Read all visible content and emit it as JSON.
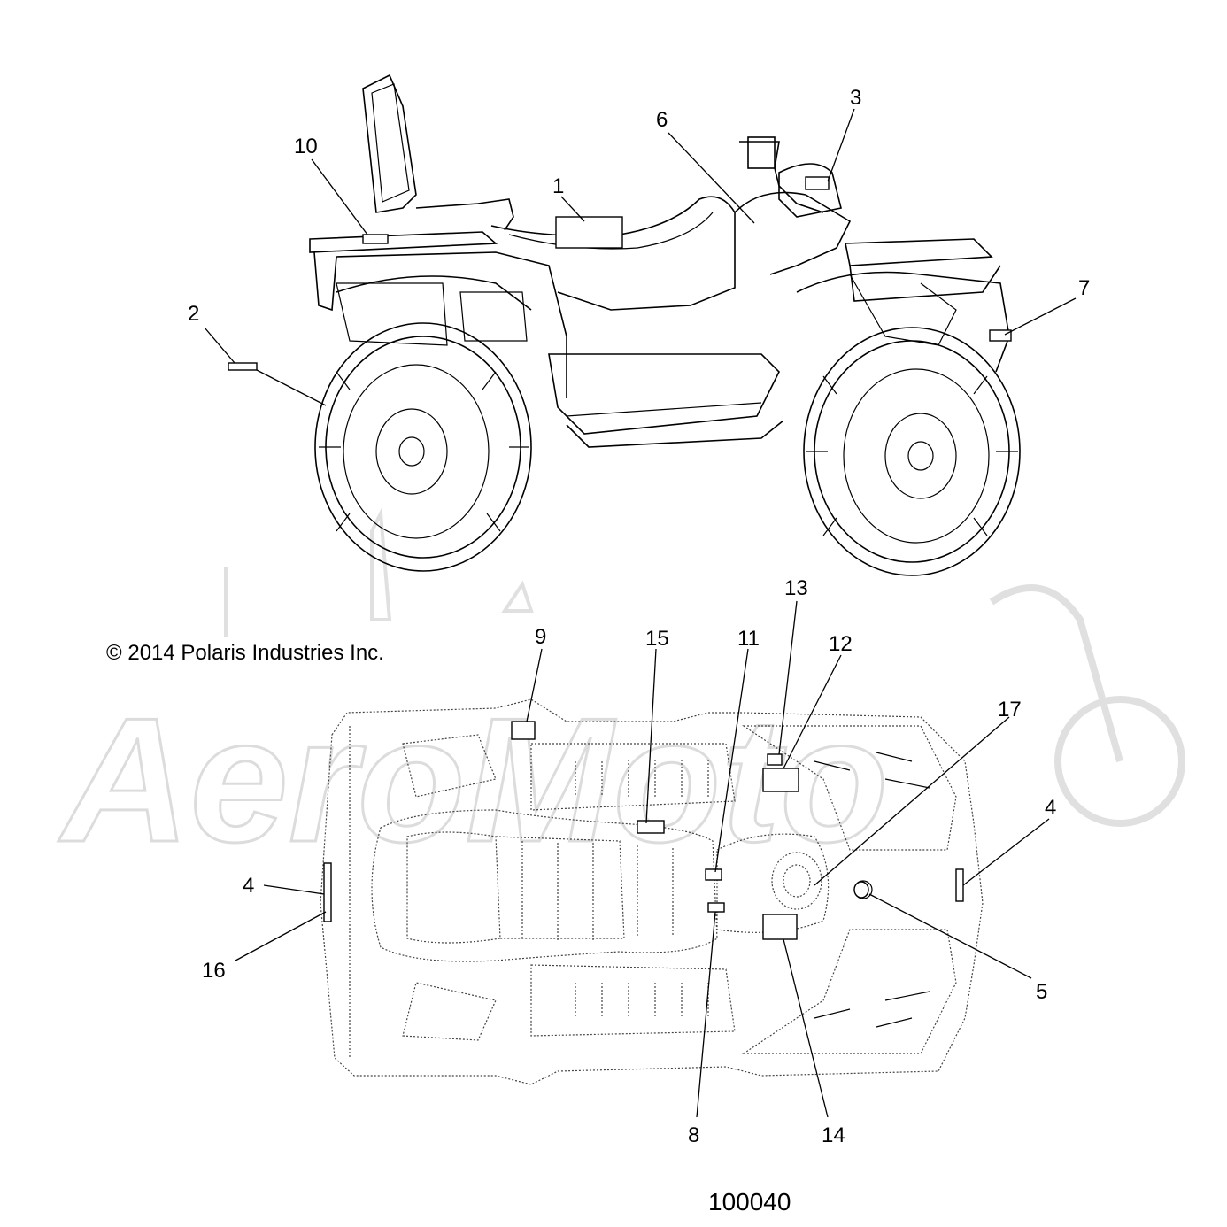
{
  "copyright": "© 2014 Polaris Industries Inc.",
  "figure_number": "100040",
  "watermark": "AeroMoto",
  "callouts": [
    {
      "id": "c1",
      "text": "1"
    },
    {
      "id": "c2",
      "text": "2"
    },
    {
      "id": "c3",
      "text": "3"
    },
    {
      "id": "c4a",
      "text": "4"
    },
    {
      "id": "c4b",
      "text": "4"
    },
    {
      "id": "c5",
      "text": "5"
    },
    {
      "id": "c6",
      "text": "6"
    },
    {
      "id": "c7",
      "text": "7"
    },
    {
      "id": "c8",
      "text": "8"
    },
    {
      "id": "c9",
      "text": "9"
    },
    {
      "id": "c10",
      "text": "10"
    },
    {
      "id": "c11",
      "text": "11"
    },
    {
      "id": "c12",
      "text": "12"
    },
    {
      "id": "c13",
      "text": "13"
    },
    {
      "id": "c14",
      "text": "14"
    },
    {
      "id": "c15",
      "text": "15"
    },
    {
      "id": "c16",
      "text": "16"
    },
    {
      "id": "c17",
      "text": "17"
    }
  ]
}
